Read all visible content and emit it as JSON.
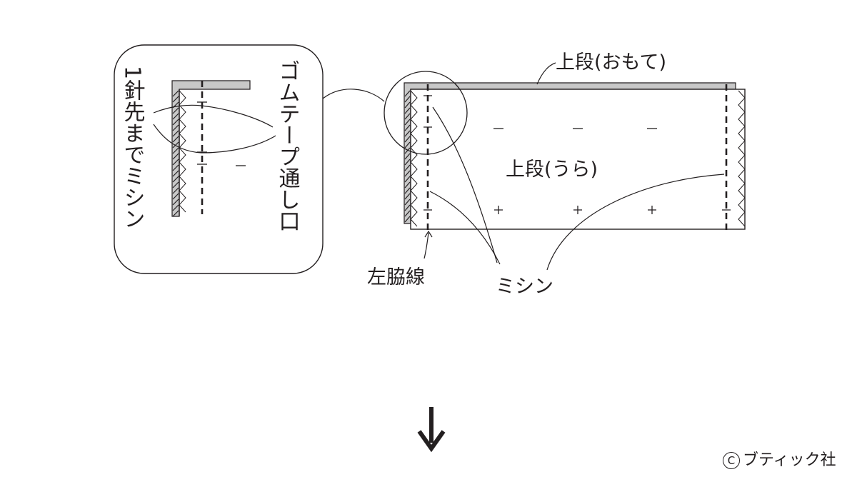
{
  "labels": {
    "top_outer": "上段(おもて)",
    "top_inner": "上段(うら)",
    "left_side_seam": "左脇線",
    "sewing_bottom": "ミシン",
    "elastic_opening": "ゴムテープ通し口",
    "one_stitch": "1針先までミシン"
  },
  "credit": {
    "symbol": "C",
    "text": "ブティック社"
  },
  "colors": {
    "ink": "#231f20",
    "fabric_outer": "#c8c8c8",
    "paper": "#ffffff"
  },
  "icons": {
    "arrow": "arrow-down-icon",
    "copyright": "copyright-icon"
  }
}
